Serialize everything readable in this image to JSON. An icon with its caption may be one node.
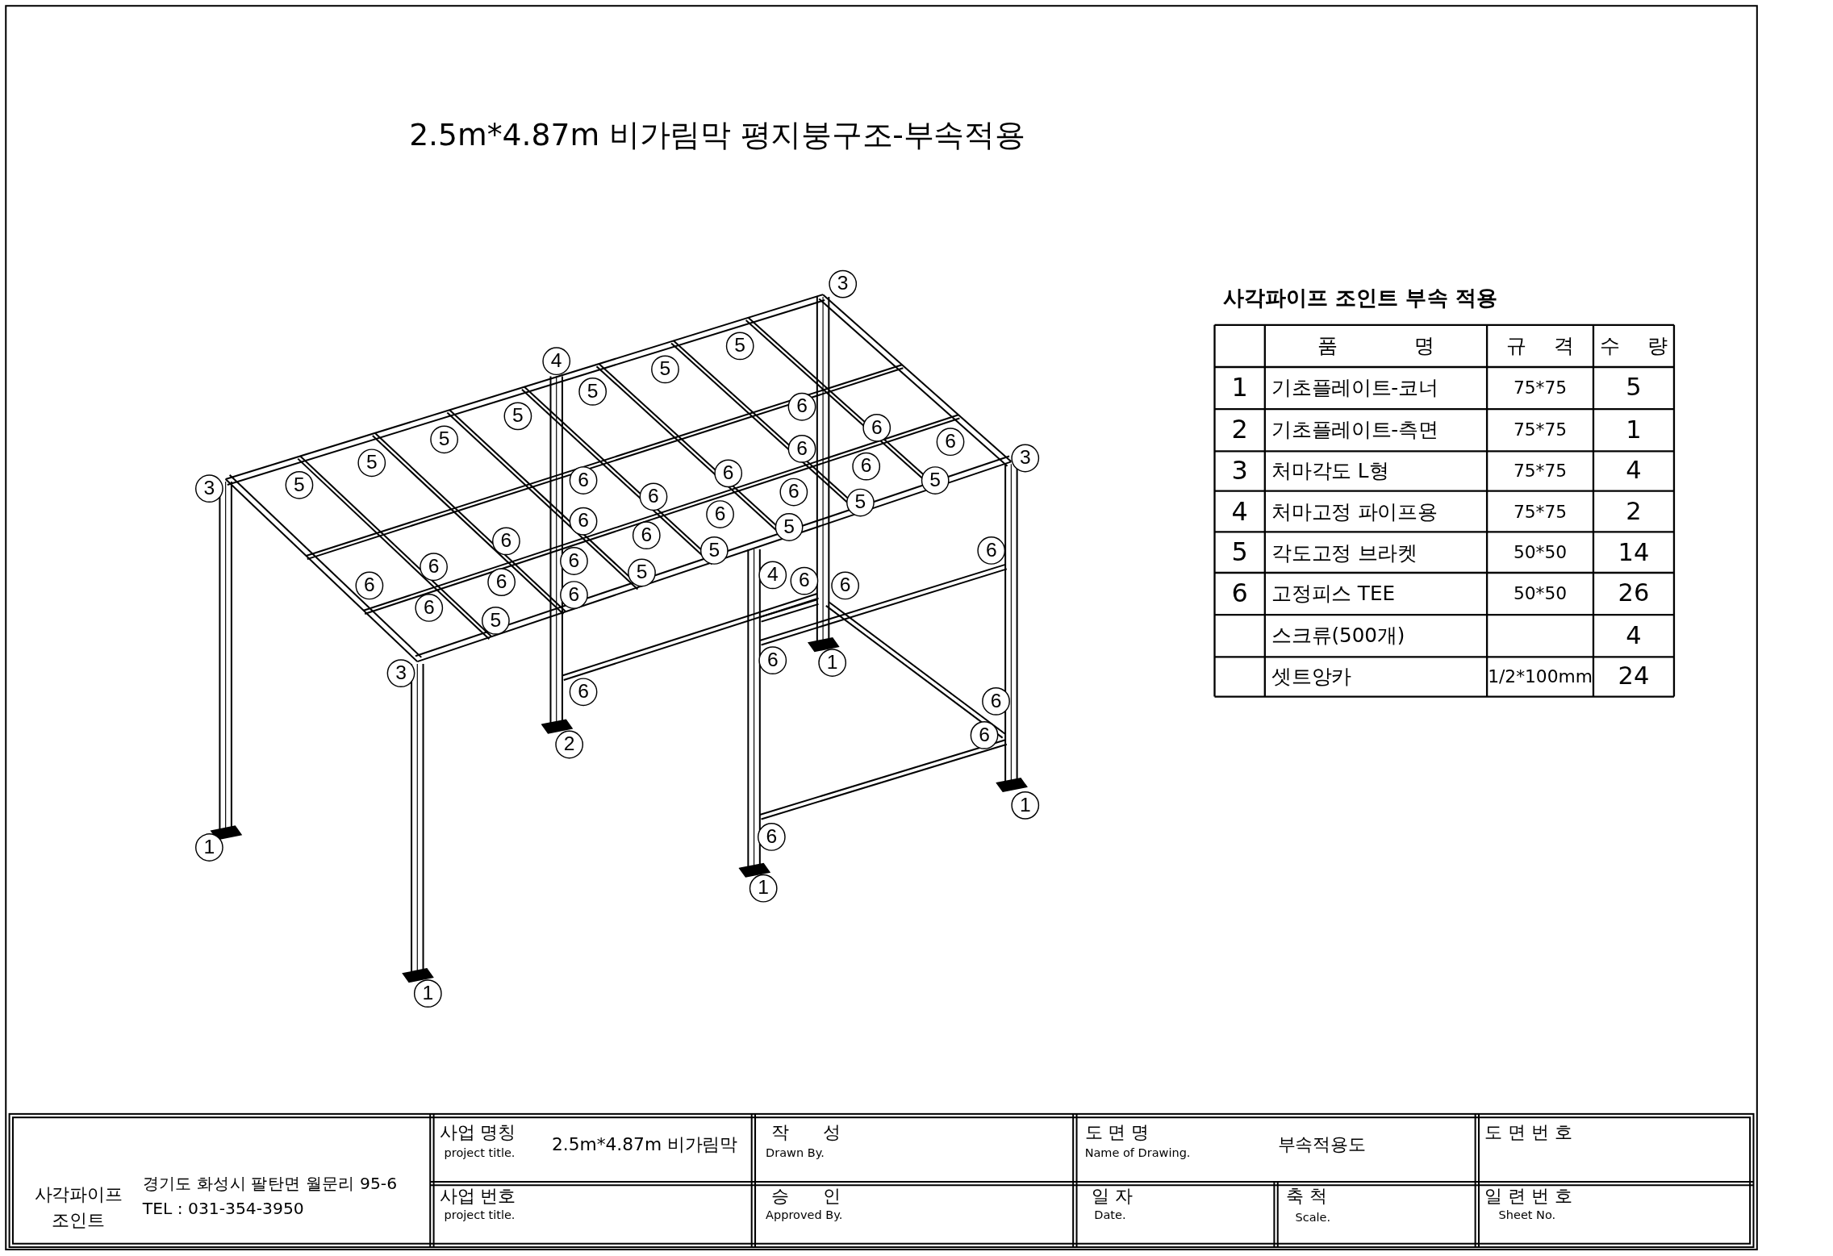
{
  "diagram": {
    "title": "2.5m*4.87m 비가림막 평지붕구조-부속적용",
    "labels": [
      "사각파이프 조인트 부속 적용",
      "품 명",
      "규 격",
      "수 량",
      "1",
      "기초플레이트-코너",
      "75*75",
      "5",
      "2",
      "기초플레이트-측면",
      "75*75",
      "1",
      "3",
      "처마각도 L형",
      "75*75",
      "4",
      "4",
      "처마고정 파이프용",
      "75*75",
      "2",
      "5",
      "각도고정 브라켓",
      "50*50",
      "14",
      "6",
      "고정피스 TEE",
      "50*50",
      "26",
      "스크류(500개)",
      "4",
      "셋트앙카",
      "1/2*100mm",
      "24",
      "3",
      "5",
      "4",
      "5",
      "5",
      "6",
      "5",
      "6",
      "5",
      "6",
      "6",
      "5",
      "6",
      "3",
      "6",
      "3",
      "5",
      "6",
      "6",
      "5",
      "6",
      "5",
      "6",
      "6",
      "5",
      "6",
      "6",
      "5",
      "6",
      "6",
      "6",
      "6",
      "6",
      "5",
      "4",
      "6",
      "6",
      "6",
      "6",
      "5",
      "6",
      "1",
      "3",
      "6",
      "6",
      "6",
      "2",
      "1",
      "6",
      "1",
      "1",
      "1",
      "사각파이프 조인트",
      "경기도 화성시 팔탄면 월문리 95-6",
      "TEL : 031-354-3950",
      "사업 명칭",
      "project title.",
      "2.5m*4.87m 비가림막",
      "작 성",
      "Drawn By.",
      "도 면 명",
      "Name of Drawing.",
      "부속적용도",
      "도면번호",
      "사업 번호",
      "project title.",
      "승 인",
      "Approved By.",
      "일 자",
      "Date.",
      "축 척",
      "Scale.",
      "일련번호",
      "Sheet No."
    ]
  }
}
